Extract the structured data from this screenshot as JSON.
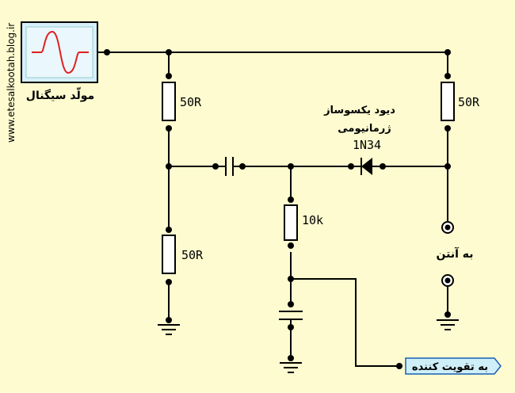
{
  "watermark": "www.etesalkootah.blog.ir",
  "generator": {
    "label": "مولّد سیگنال"
  },
  "resistors": {
    "r_top_left": "50R",
    "r_bottom_left": "50R",
    "r_right": "50R",
    "r_middle": "10k"
  },
  "diode": {
    "line1": "دیود یکسوساز",
    "line2": "ژرمانیومی",
    "part": "1N34"
  },
  "antenna": {
    "label": "به آنتن"
  },
  "amplifier": {
    "label": "به تقویت کننده"
  },
  "colors": {
    "background": "#fdfbcf",
    "wire": "#000000",
    "generator_box": "#d6f0fb",
    "sine_wave": "#e02020",
    "amplifier_tag": "#cfeff8"
  }
}
